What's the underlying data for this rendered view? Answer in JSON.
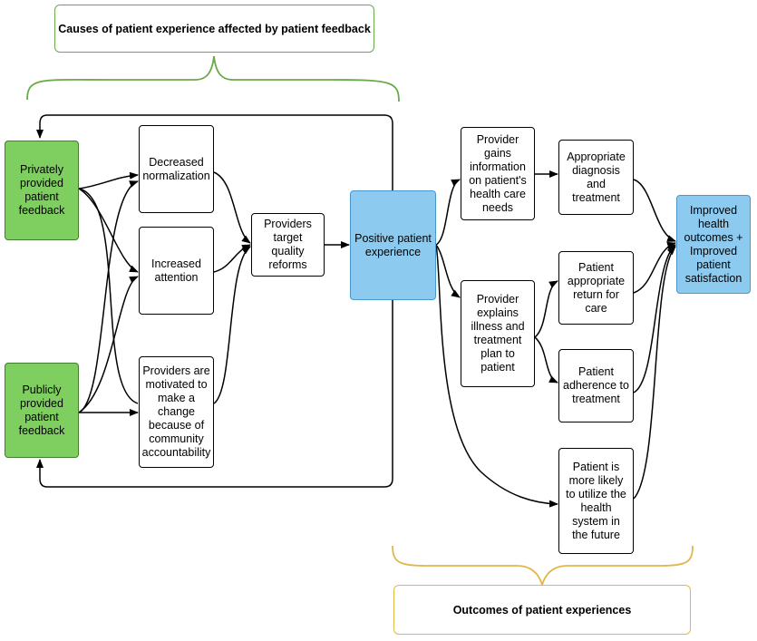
{
  "titles": {
    "causes": "Causes of patient experience affected by patient feedback",
    "outcomes": "Outcomes of patient experiences"
  },
  "nodes": {
    "private_feedback": "Privately provided patient feedback",
    "public_feedback": "Publicly provided patient feedback",
    "decreased_normalization": "Decreased normalization",
    "increased_attention": "Increased attention",
    "community_accountability": "Providers are motivated to make a change because of community accountability",
    "target_reforms": "Providers target quality reforms",
    "positive_experience": "Positive patient experience",
    "gains_information": "Provider gains information on patient's health care needs",
    "explains_illness": "Provider explains illness and treatment plan to patient",
    "appropriate_diagnosis": "Appropriate diagnosis and treatment",
    "appropriate_return": "Patient appropriate return for care",
    "adherence": "Patient adherence to treatment",
    "utilize_system": "Patient is more likely to utilize the health system in the future",
    "improved_outcomes": "Improved health outcomes + Improved patient satisfaction"
  },
  "colors": {
    "feedback_fill": "#7ecf5f",
    "experience_fill": "#8ccbef",
    "causes_brace": "#6aaa4a",
    "outcomes_brace": "#e2b64a",
    "arrow": "#000000"
  }
}
